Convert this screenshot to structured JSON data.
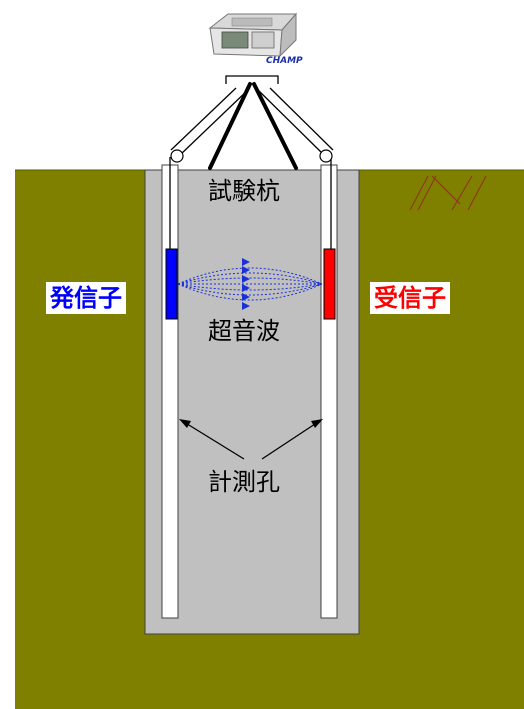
{
  "labels": {
    "pile": "試験杭",
    "transmitter": "発信子",
    "receiver": "受信子",
    "ultrasonic": "超音波",
    "measurement_hole": "計測孔"
  },
  "device": {
    "brand": "CHAMP"
  },
  "colors": {
    "ground": "#808000",
    "pile": "#c0c0c0",
    "transmitter": "#0000ff",
    "receiver": "#ff0000",
    "wave": "#1a2fd6",
    "hatch": "#8b3a1a"
  }
}
